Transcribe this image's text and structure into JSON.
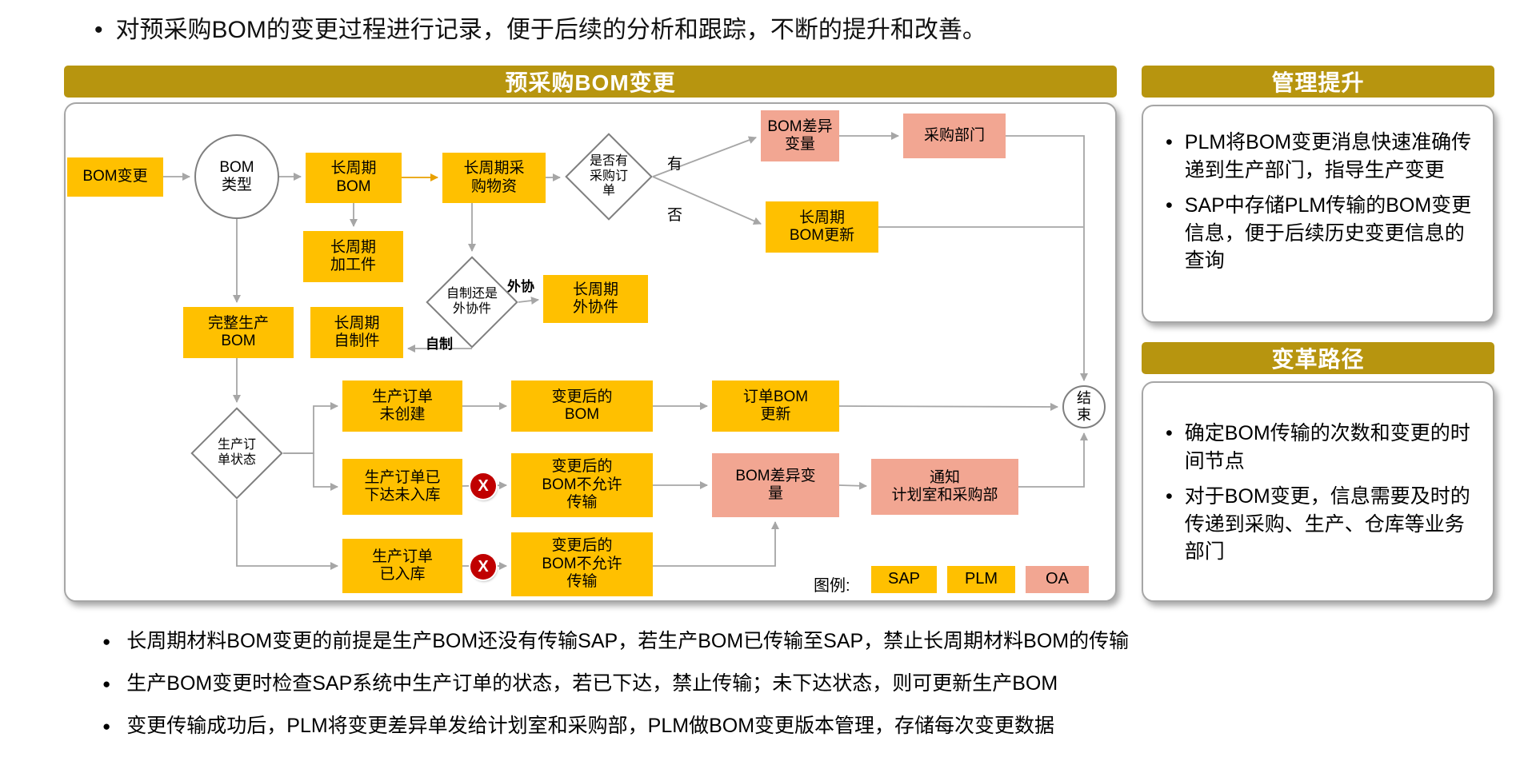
{
  "page": {
    "top_bullet": "对预采购BOM的变更过程进行记录，便于后续的分析和跟踪，不断的提升和改善。"
  },
  "flowchart": {
    "title": "预采购BOM变更",
    "nodes": {
      "bom_change": "BOM变更",
      "bom_type": "BOM\n类型",
      "long_cycle_bom": "长周期\nBOM",
      "long_cycle_purchase": "长周期采\n购物资",
      "has_purchase_order": "是否有\n采购订\n单",
      "bom_diff_top": "BOM差异\n变量",
      "purchase_dept": "采购部门",
      "long_cycle_bom_update": "长周期\nBOM更新",
      "long_cycle_process_part": "长周期\n加工件",
      "self_or_outsource": "自制还是\n外协件",
      "long_cycle_outsource_part": "长周期\n外协件",
      "complete_production_bom": "完整生产\nBOM",
      "long_cycle_self_part": "长周期\n自制件",
      "production_order_status": "生产订\n单状态",
      "order_not_created": "生产订单\n未创建",
      "changed_bom": "变更后的\nBOM",
      "order_bom_update": "订单BOM\n更新",
      "order_released_not_stored": "生产订单已\n下达未入库",
      "changed_bom_no_transfer_1": "变更后的\nBOM不允许\n传输",
      "bom_diff_mid": "BOM差异变\n量",
      "notify_depts": "通知\n计划室和采购部",
      "order_stored": "生产订单\n已入库",
      "changed_bom_no_transfer_2": "变更后的\nBOM不允许\n传输",
      "end": "结\n束"
    },
    "branch_labels": {
      "yes": "有",
      "no": "否",
      "outsource": "外协",
      "self_made": "自制"
    },
    "x_mark": "X",
    "legend": {
      "label": "图例:",
      "items": [
        "SAP",
        "PLM",
        "OA"
      ]
    }
  },
  "side_panels": [
    {
      "title": "管理提升",
      "bullets": [
        "PLM将BOM变更消息快速准确传递到生产部门，指导生产变更",
        "SAP中存储PLM传输的BOM变更信息，便于后续历史变更信息的查询"
      ]
    },
    {
      "title": "变革路径",
      "bullets": [
        "确定BOM传输的次数和变更的时间节点",
        "对于BOM变更，信息需要及时的传递到采购、生产、仓库等业务部门"
      ]
    }
  ],
  "bottom_bullets": [
    "长周期材料BOM变更的前提是生产BOM还没有传输SAP，若生产BOM已传输至SAP，禁止长周期材料BOM的传输",
    "生产BOM变更时检查SAP系统中生产订单的状态，若已下达，禁止传输；未下达状态，则可更新生产BOM",
    "变更传输成功后，PLM将变更差异单发给计划室和采购部，PLM做BOM变更版本管理，存储每次变更数据"
  ],
  "colors": {
    "header_gold": "#B7950F",
    "node_yellow": "#FFC000",
    "node_salmon": "#F2A692",
    "connector_gray": "#A6A6A6",
    "x_red": "#C00000"
  }
}
